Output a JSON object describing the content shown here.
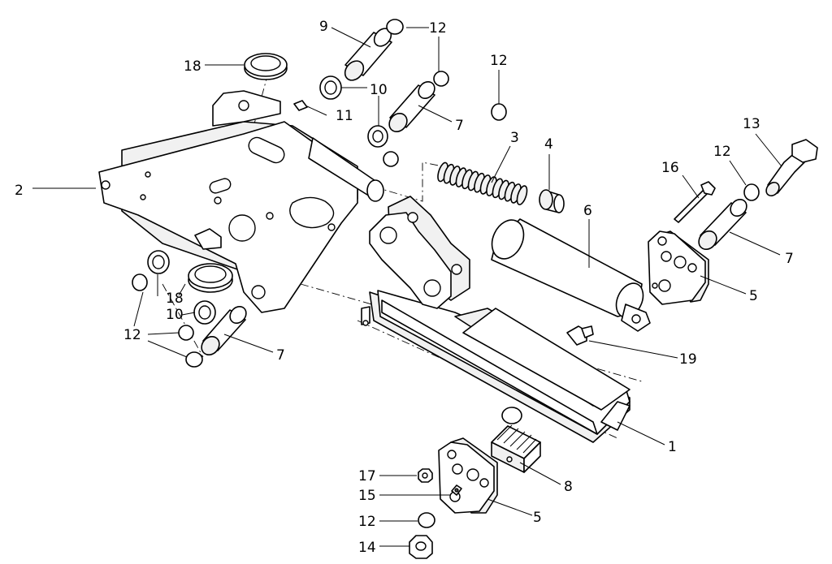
{
  "callouts": {
    "c1": "1",
    "c2": "2",
    "c3": "3",
    "c4": "4",
    "c5_right": "5",
    "c5_bottom": "5",
    "c6": "6",
    "c7_top": "7",
    "c7_right": "7",
    "c7_left": "7",
    "c8": "8",
    "c9": "9",
    "c10_top": "10",
    "c10_left": "10",
    "c11": "11",
    "c12_a": "12",
    "c12_b": "12",
    "c12_c": "12",
    "c12_d": "12",
    "c12_e": "12",
    "c13": "13",
    "c14": "14",
    "c15": "15",
    "c16": "16",
    "c17": "17",
    "c18_top": "18",
    "c18_left": "18",
    "c19": "19"
  }
}
